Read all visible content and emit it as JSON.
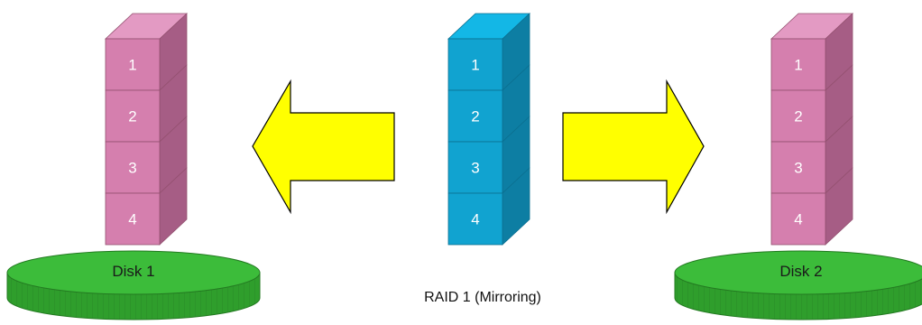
{
  "caption": "RAID 1 (Mirroring)",
  "source": {
    "blocks": [
      "1",
      "2",
      "3",
      "4"
    ],
    "colors": {
      "front": "#11a3d0",
      "side": "#0d7ea3",
      "top": "#13b7e6",
      "edge": "#0b6f90"
    }
  },
  "disks": [
    {
      "label": "Disk 1",
      "blocks": [
        "1",
        "2",
        "3",
        "4"
      ]
    },
    {
      "label": "Disk 2",
      "blocks": [
        "1",
        "2",
        "3",
        "4"
      ]
    }
  ],
  "stack_colors": {
    "front": "#d57fae",
    "side": "#a65d85",
    "top": "#e39ac3",
    "edge": "#93506f"
  },
  "disk_colors": {
    "top": "#3cbc3a",
    "side": "#2f9e2c",
    "stroke": "#237a21"
  },
  "arrow_color": "#ffff00",
  "arrows": [
    {
      "name": "copy-arrow-left",
      "direction": "left"
    },
    {
      "name": "copy-arrow-right",
      "direction": "right"
    }
  ]
}
